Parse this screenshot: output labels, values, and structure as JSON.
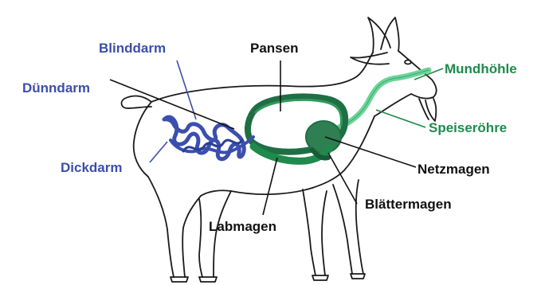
{
  "colors": {
    "outline": "#1a1a1a",
    "intestine": "#3a4fae",
    "digestive_green": "#1f8a4c",
    "esophagus": "#6cd49a",
    "label_blue": "#3b4fa8",
    "label_green": "#1f8a4c",
    "label_black": "#111111"
  },
  "labels": {
    "blinddarm": "Blinddarm",
    "pansen": "Pansen",
    "mundhoehle": "Mundhöhle",
    "duenndarm": "Dünndarm",
    "speiseroehre": "Speiseröhre",
    "dickdarm": "Dickdarm",
    "netzmagen": "Netzmagen",
    "blaettermagen": "Blättermagen",
    "labmagen": "Labmagen"
  }
}
